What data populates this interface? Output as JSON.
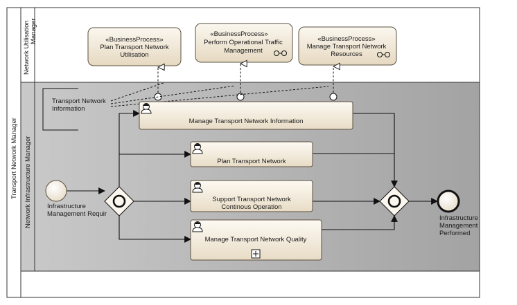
{
  "pools": {
    "outer_label": "Transport Network Manager",
    "lane_top_label_line1": "Network Utilisation",
    "lane_top_label_line2": "Manager",
    "lane_bottom_label": "Network Infrastructure Manager"
  },
  "business_processes": [
    {
      "stereotype": "«BusinessProcess»",
      "line1": "Plan Transport Network",
      "line2": "Utilisation"
    },
    {
      "stereotype": "«BusinessProcess»",
      "line1": "Perform Operational Traffic",
      "line2": "Management"
    },
    {
      "stereotype": "«BusinessProcess»",
      "line1": "Manage Transport Network",
      "line2": "Resources"
    }
  ],
  "annotation": {
    "line1": "Transport Network",
    "line2": "Information"
  },
  "tasks": [
    {
      "line1": "Manage Transport Network Information",
      "line2": ""
    },
    {
      "line1": "Plan Transport Network",
      "line2": ""
    },
    {
      "line1": "Support Transport Network",
      "line2": "Continous Operation"
    },
    {
      "line1": "Manage Transport Network Quality",
      "line2": ""
    }
  ],
  "start_event": {
    "line1": "Infrastructure",
    "line2": "Management Requir"
  },
  "end_event": {
    "line1": "Infrastructure",
    "line2": "Management",
    "line3": "Performed"
  },
  "colors": {
    "lane_gray": "#a8a8a8",
    "box_fill_top": "#fbf7ef",
    "box_fill_bottom": "#e8dcc6",
    "box_stroke": "#5a5040"
  }
}
